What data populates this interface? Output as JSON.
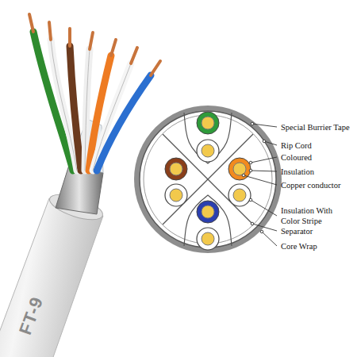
{
  "diagram": {
    "labels": [
      "FT-9",
      "Special Burrier Tape",
      "Rip Cord",
      "Coloured",
      "Insulation",
      "Copper conductor",
      "Insulation With Color Stripe",
      "Separator",
      "Core Wrap"
    ]
  }
}
